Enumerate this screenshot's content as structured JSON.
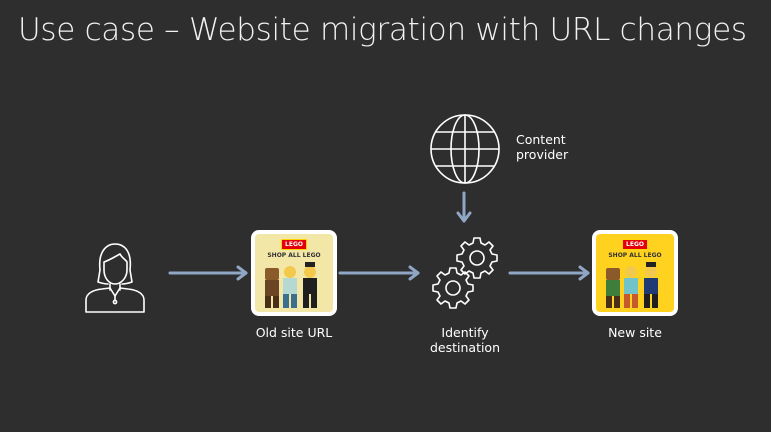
{
  "slide": {
    "title": "Use case – Website migration with URL changes"
  },
  "nodes": {
    "content_provider": "Content provider",
    "old_site": "Old site URL",
    "identify": "Identify destination",
    "new_site": "New site"
  },
  "thumbnail": {
    "logo_text": "LEGO",
    "banner_text": "SHOP ALL LEGO"
  },
  "colors": {
    "background": "#2e2e2e",
    "arrow": "#8fa6c4",
    "icon_stroke": "#ffffff",
    "old_thumb_bg": "#f3e7a8",
    "new_thumb_bg": "#ffd21f"
  }
}
